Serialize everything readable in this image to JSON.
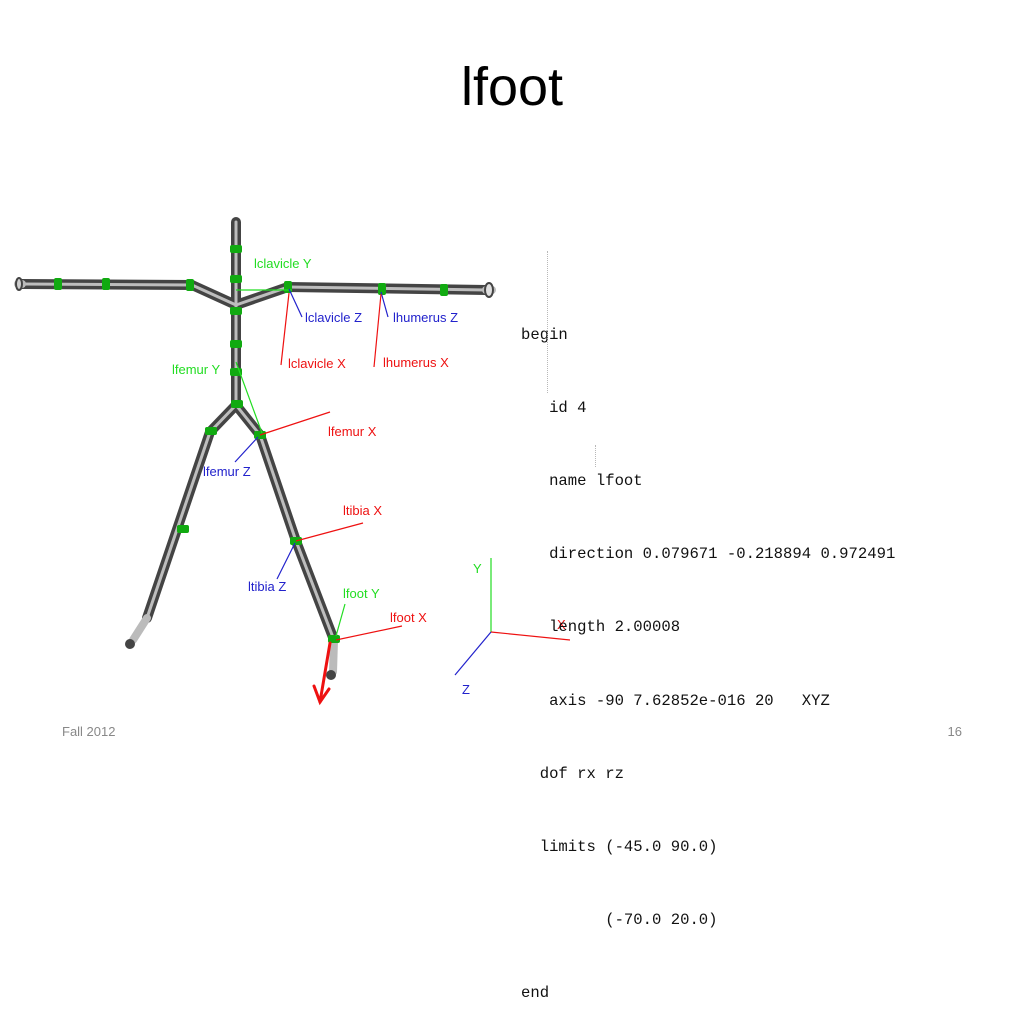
{
  "slide": {
    "title": "lfoot",
    "footer_left": "Fall 2012",
    "footer_right": "16"
  },
  "colors": {
    "x_axis": "#ee1111",
    "y_axis": "#22dd22",
    "z_axis": "#2222cc",
    "bone": "#555555",
    "joint": "#11aa11"
  },
  "skeleton_labels": {
    "lclavicle_y": "lclavicle Y",
    "lclavicle_z": "lclavicle Z",
    "lhumerus_z": "lhumerus Z",
    "lclavicle_x": "lclavicle X",
    "lhumerus_x": "lhumerus X",
    "lfemur_y": "lfemur Y",
    "lfemur_x": "lfemur X",
    "lfemur_z": "lfemur Z",
    "ltibia_x": "ltibia X",
    "ltibia_z": "ltibia Z",
    "lfoot_y": "lfoot Y",
    "lfoot_x": "lfoot X"
  },
  "axes_legend": {
    "x": "X",
    "y": "Y",
    "z": "Z"
  },
  "code": {
    "lines": [
      "begin",
      "   id 4",
      "   name lfoot",
      "   direction 0.079671 -0.218894 0.972491",
      "   length 2.00008",
      "   axis -90 7.62852e-016 20   XYZ",
      "  dof rx rz",
      "  limits (-45.0 90.0)",
      "         (-70.0 20.0)",
      "end"
    ]
  }
}
